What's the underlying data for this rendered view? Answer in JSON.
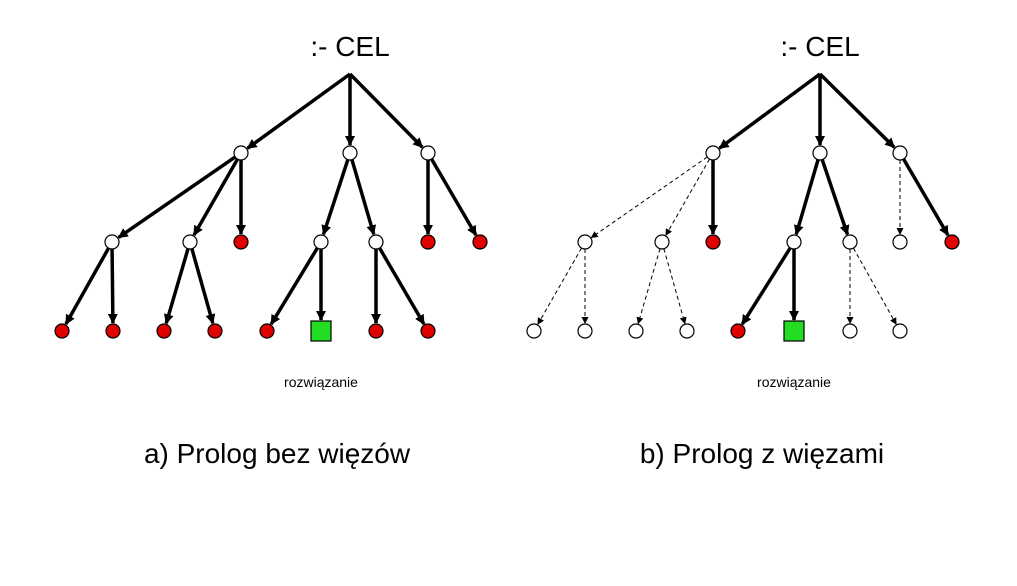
{
  "colors": {
    "failure_node": "#e00000",
    "solution_node": "#22dd22",
    "open_node": "#ffffff",
    "stroke": "#000000"
  },
  "panels": [
    {
      "id": "a",
      "root_label": ":- CEL",
      "solution_label": "rozwiązanie",
      "caption": "a) Prolog bez więzów"
    },
    {
      "id": "b",
      "root_label": ":- CEL",
      "solution_label": "rozwiązanie",
      "caption": "b) Prolog z więzami"
    }
  ],
  "node_states": {
    "a": {
      "l1": [
        "open",
        "open",
        "open"
      ],
      "l2": [
        "open",
        "open",
        "failure",
        "open",
        "open",
        "failure",
        "failure"
      ],
      "l3": [
        "failure",
        "failure",
        "failure",
        "failure",
        "failure",
        "solution",
        "failure",
        "failure"
      ]
    },
    "b": {
      "l1": [
        "open",
        "open",
        "open"
      ],
      "l2": [
        "open",
        "open",
        "failure",
        "open",
        "open",
        "open",
        "failure"
      ],
      "l3": [
        "open",
        "open",
        "open",
        "open",
        "failure",
        "solution",
        "open",
        "open"
      ]
    }
  },
  "edge_styles": {
    "a": "all-solid",
    "b": "pruned-dashed"
  }
}
